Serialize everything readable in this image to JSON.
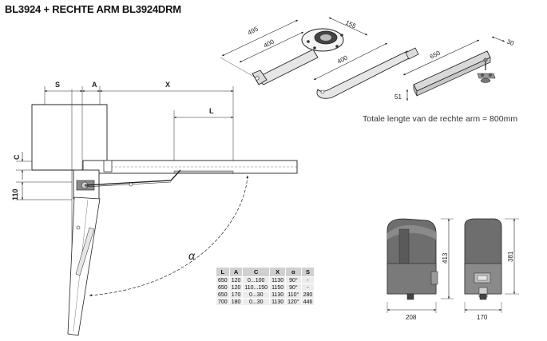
{
  "title": "BL3924 + RECHTE ARM BL3924DRM",
  "note": "Totale lengte van de rechte arm = 800mm",
  "top_dims": {
    "arm_total": "495",
    "arm_len": "400",
    "bracket": "155",
    "curved_len": "400",
    "rail_len": "650",
    "rail_width": "30",
    "rail_height": "51"
  },
  "plan_labels": {
    "s": "S",
    "a": "A",
    "x": "X",
    "l": "L",
    "c": "C",
    "h110": "110",
    "alpha": "α"
  },
  "motor_dims": {
    "height_side": "413",
    "width_side": "208",
    "height_front": "381",
    "width_front": "170"
  },
  "table": {
    "headers": [
      "L",
      "A",
      "C",
      "X",
      "α",
      "S"
    ],
    "rows": [
      [
        "650",
        "120",
        "0...100",
        "1130",
        "90°",
        "-"
      ],
      [
        "650",
        "120",
        "110...150",
        "1150",
        "90°",
        "-"
      ],
      [
        "650",
        "170",
        "0...30",
        "1130",
        "110°",
        "280"
      ],
      [
        "700",
        "180",
        "0...30",
        "1130",
        "120°",
        "446"
      ]
    ]
  },
  "colors": {
    "line": "#222222",
    "arm_fill": "#e6e6e6",
    "motor_dark": "#6e6e6e",
    "motor_mid": "#8a8a8a",
    "table_header": "#d0d0d0",
    "table_cell": "#ececec"
  }
}
